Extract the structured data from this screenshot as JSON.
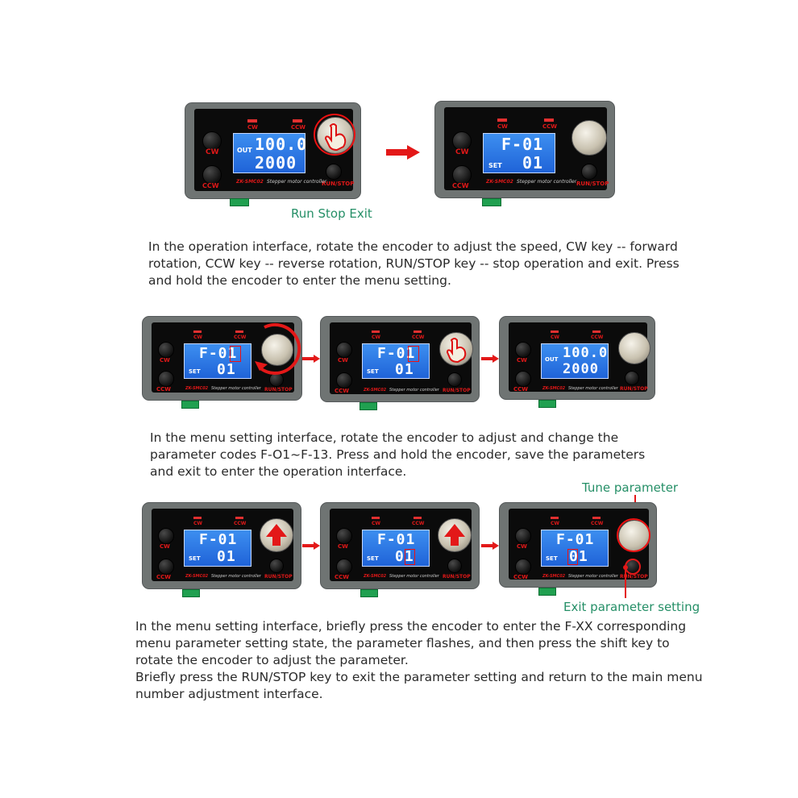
{
  "device": {
    "cw_label": "CW",
    "ccw_label": "CCW",
    "runstop_label": "RUN/STOP",
    "model_label": "ZK-SMC02",
    "model_desc": "Stepper motor controller",
    "out_label": "OUT",
    "set_label": "SET",
    "speed_value": "100.0",
    "pulse_value": "2000",
    "menu_code": "F-01",
    "menu_value": "01"
  },
  "row1": {
    "caption": "Run Stop Exit",
    "description": "In the operation interface, rotate the encoder to adjust the speed, CW key -- forward rotation, CCW key -- reverse rotation, RUN/STOP key -- stop operation and exit. Press and hold the encoder to enter the menu setting."
  },
  "row2": {
    "description": "In the menu setting interface, rotate the encoder to adjust and change the parameter codes F-O1~F-13. Press and hold the encoder, save the parameters and exit to enter the operation interface."
  },
  "row3": {
    "caption_top": "Tune parameter",
    "caption_bottom": "Exit parameter setting",
    "description_1": "In the menu setting interface, briefly press the encoder to enter the F-XX corresponding menu parameter setting state, the parameter flashes, and then press the shift key to rotate the encoder to adjust the parameter.",
    "description_2": "Briefly press the RUN/STOP key to exit the parameter setting and return to the main menu number adjustment interface."
  },
  "colors": {
    "caption": "#258f67",
    "accent_red": "#e01818",
    "lcd_blue": "#2a72e0",
    "housing": "#6f7473"
  }
}
